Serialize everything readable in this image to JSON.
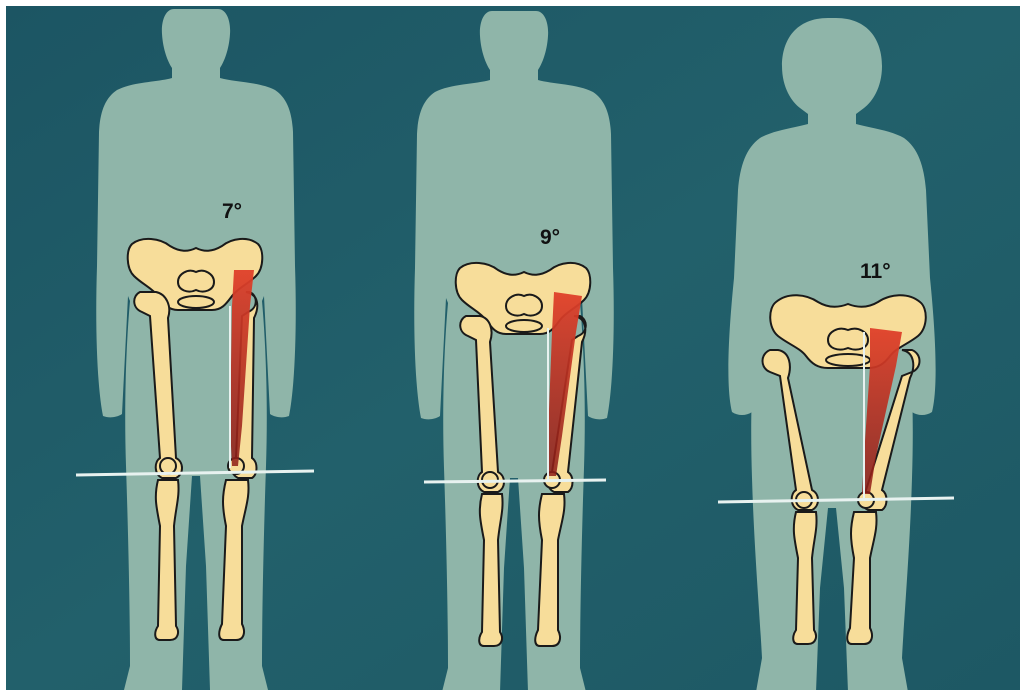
{
  "figures": [
    {
      "id": "figure-1",
      "angle_label": "7°"
    },
    {
      "id": "figure-2",
      "angle_label": "9°"
    },
    {
      "id": "figure-3",
      "angle_label": "11°"
    }
  ],
  "colors": {
    "background": "#1f5a66",
    "silhouette": "#8fb5a9",
    "bone": "#f7dd9a",
    "bone_outline": "#1a1a1a",
    "muscle": "#c8281e",
    "reference_line": "#e8f2f0"
  }
}
